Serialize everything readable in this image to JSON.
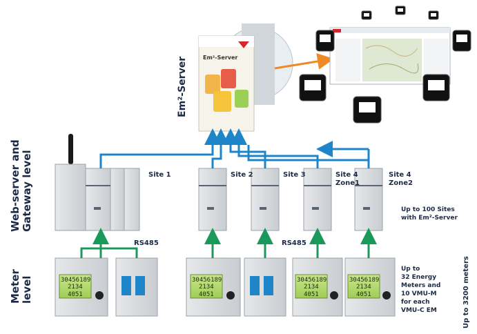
{
  "server": {
    "title": "Em²-Server",
    "box_label": "Em²-Server"
  },
  "levels": {
    "gateway": [
      "Web-server and",
      "Gateway level"
    ],
    "meter": [
      "Meter",
      "level"
    ]
  },
  "sites": [
    {
      "label": "Site 1"
    },
    {
      "label": "Site 2"
    },
    {
      "label": "Site 3"
    },
    {
      "label": [
        "Site 4",
        "Zone1"
      ]
    },
    {
      "label": [
        "Site 4",
        "Zone2"
      ]
    }
  ],
  "bus": {
    "rs485_left": "RS485",
    "rs485_right": "RS485"
  },
  "notes": {
    "sites": [
      "Up to 100 Sites",
      "with Em²-Server"
    ],
    "meters": [
      "Up to",
      "32 Energy",
      "Meters and",
      "10 VMU-M",
      "for each",
      "VMU-C EM"
    ],
    "total": "Up to 3200 meters"
  },
  "meter_display": {
    "line1": "30456189",
    "line2": "2134",
    "line3": "4051"
  },
  "colors": {
    "uplink": "#1e86c8",
    "bus": "#1a9a5a",
    "arrow": "#f08a24",
    "text": "#1b2a44"
  }
}
